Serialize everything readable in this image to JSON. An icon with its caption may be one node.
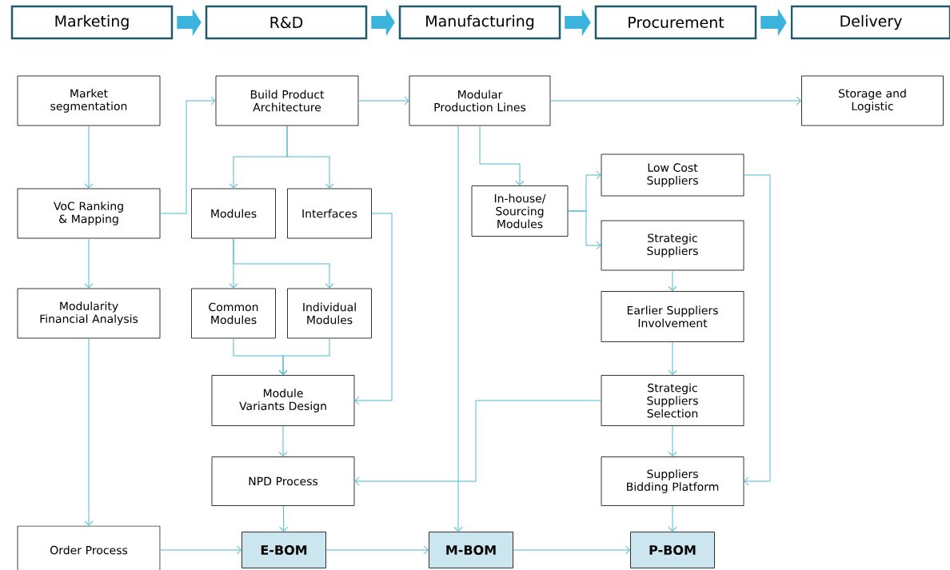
{
  "diagram": {
    "nodes": [
      {
        "text": [
          "Marketing"
        ]
      },
      {
        "text": [
          "R&D"
        ]
      },
      {
        "text": [
          "Manufacturing"
        ]
      },
      {
        "text": [
          "Procurement"
        ]
      },
      {
        "text": [
          "Delivery"
        ]
      },
      {
        "text": [
          "Market segmentation"
        ]
      },
      {
        "text": [
          "Build Product Architecture"
        ]
      },
      {
        "text": [
          "Modular Production Lines"
        ]
      },
      {
        "text": [
          "Storage and Logistic"
        ]
      },
      {
        "text": [
          "VoC Ranking & Mapping"
        ]
      },
      {
        "text": [
          "Modules"
        ]
      },
      {
        "text": [
          "Interfaces"
        ]
      },
      {
        "text": [
          "In-house/ Sourcing Modules"
        ]
      },
      {
        "text": [
          "Low Cost Suppliers"
        ]
      },
      {
        "text": [
          "Strategic Suppliers"
        ]
      },
      {
        "text": [
          "Modularity Financial Analysis"
        ]
      },
      {
        "text": [
          "Common Modules"
        ]
      },
      {
        "text": [
          "Individual Modules"
        ]
      },
      {
        "text": [
          "Earlier Suppliers Involvement"
        ]
      },
      {
        "text": [
          "Module Variants Design"
        ]
      },
      {
        "text": [
          "Strategic Suppliers Selection"
        ]
      },
      {
        "text": [
          "NPD Process"
        ]
      },
      {
        "text": [
          "Suppliers Bidding Platform"
        ]
      },
      {
        "text": [
          "Order Process"
        ]
      },
      {
        "text": [
          "E-BOM"
        ]
      },
      {
        "text": [
          "M-BOM"
        ]
      },
      {
        "text": [
          "P-BOM"
        ]
      }
    ],
    "edges": [
      {
        "from": 0,
        "to": 1,
        "arrow": "to",
        "style": "thick"
      },
      {
        "from": 1,
        "to": 2,
        "arrow": "to",
        "style": "thick"
      },
      {
        "from": 2,
        "to": 3,
        "arrow": "to",
        "style": "thick"
      },
      {
        "from": 3,
        "to": 4,
        "arrow": "to",
        "style": "thick"
      },
      {
        "from": 5,
        "to": 9,
        "arrow": "to"
      },
      {
        "from": 9,
        "to": 15,
        "arrow": "to"
      },
      {
        "from": 15,
        "to": 23,
        "arrow": "to"
      },
      {
        "from": 9,
        "to": 6,
        "arrow": "to"
      },
      {
        "from": 6,
        "to": 7,
        "arrow": "to"
      },
      {
        "from": 7,
        "to": 8,
        "arrow": "to"
      },
      {
        "from": 6,
        "to": 10,
        "arrow": "to"
      },
      {
        "from": 6,
        "to": 11,
        "arrow": "to"
      },
      {
        "from": 10,
        "to": 16,
        "arrow": "to"
      },
      {
        "from": 10,
        "to": 17,
        "arrow": "to"
      },
      {
        "from": 16,
        "to": 19,
        "arrow": "to"
      },
      {
        "from": 17,
        "to": 19,
        "arrow": "to"
      },
      {
        "from": 11,
        "to": 19,
        "arrow": "to"
      },
      {
        "from": 19,
        "to": 21,
        "arrow": "to"
      },
      {
        "from": 21,
        "to": 24,
        "arrow": "to"
      },
      {
        "from": 23,
        "to": 24,
        "arrow": "to"
      },
      {
        "from": 24,
        "to": 25,
        "arrow": "to"
      },
      {
        "from": 25,
        "to": 26,
        "arrow": "to"
      },
      {
        "from": 7,
        "to": 25,
        "arrow": "to"
      },
      {
        "from": 7,
        "to": 12,
        "arrow": "to"
      },
      {
        "from": 12,
        "to": 13,
        "arrow": "to"
      },
      {
        "from": 12,
        "to": 14,
        "arrow": "to"
      },
      {
        "from": 14,
        "to": 18,
        "arrow": "to"
      },
      {
        "from": 18,
        "to": 20,
        "arrow": "to"
      },
      {
        "from": 20,
        "to": 21,
        "arrow": "to"
      },
      {
        "from": 20,
        "to": 22,
        "arrow": "to"
      },
      {
        "from": 22,
        "to": 26,
        "arrow": "to"
      },
      {
        "from": 13,
        "to": 22,
        "arrow": "to"
      }
    ]
  }
}
